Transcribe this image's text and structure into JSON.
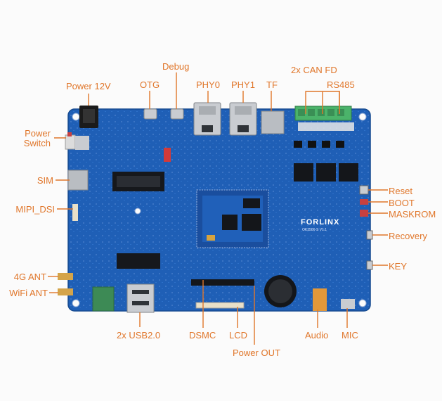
{
  "labels": {
    "power_12v": "Power 12V",
    "otg": "OTG",
    "debug": "Debug",
    "phy0": "PHY0",
    "phy1": "PHY1",
    "tf": "TF",
    "can_fd": "2x CAN FD",
    "rs485": "RS485",
    "power_switch_line1": "Power",
    "power_switch_line2": "Switch",
    "sim": "SIM",
    "mipi_dsi": "MIPI_DSI",
    "ant_4g": "4G ANT",
    "wifi_ant": "WiFi ANT",
    "reset": "Reset",
    "boot": "BOOT",
    "maskrom": "MASKROM",
    "recovery": "Recovery",
    "key": "KEY",
    "usb": "2x USB2.0",
    "dsmc": "DSMC",
    "lcd": "LCD",
    "power_out": "Power OUT",
    "audio": "Audio",
    "mic": "MIC"
  },
  "board": {
    "brand": "FORLINX",
    "model": "OK3506-S  V1.1"
  },
  "colors": {
    "board": "#1f5fb6",
    "board_dark": "#174c96",
    "label": "#e0762a",
    "line": "#e0762a",
    "metal": "#c9ccd1",
    "terminal": "#4bb36a"
  }
}
